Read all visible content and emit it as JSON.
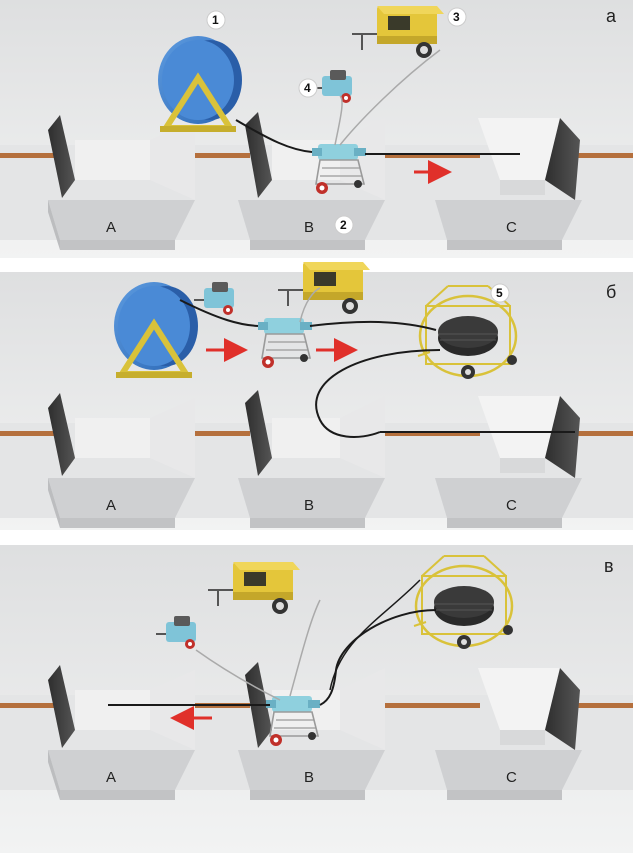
{
  "panels": [
    {
      "letter": "а",
      "pits": [
        "A",
        "B",
        "C"
      ],
      "callouts": [
        "1",
        "2",
        "3",
        "4"
      ]
    },
    {
      "letter": "б",
      "pits": [
        "A",
        "B",
        "C"
      ],
      "callouts": [
        "5"
      ]
    },
    {
      "letter": "в",
      "pits": [
        "A",
        "B",
        "C"
      ],
      "callouts": []
    }
  ],
  "colors": {
    "background": "#e9eaea",
    "pit_face": "#d7d8d9",
    "pit_wall": "#3a3a3a",
    "pipe": "#b5703d",
    "reel": "#3d7ecf",
    "frame": "#d9c23a",
    "generator": "#e4c63a",
    "arrow": "#e0302a",
    "cable": "#1a1a1a"
  }
}
